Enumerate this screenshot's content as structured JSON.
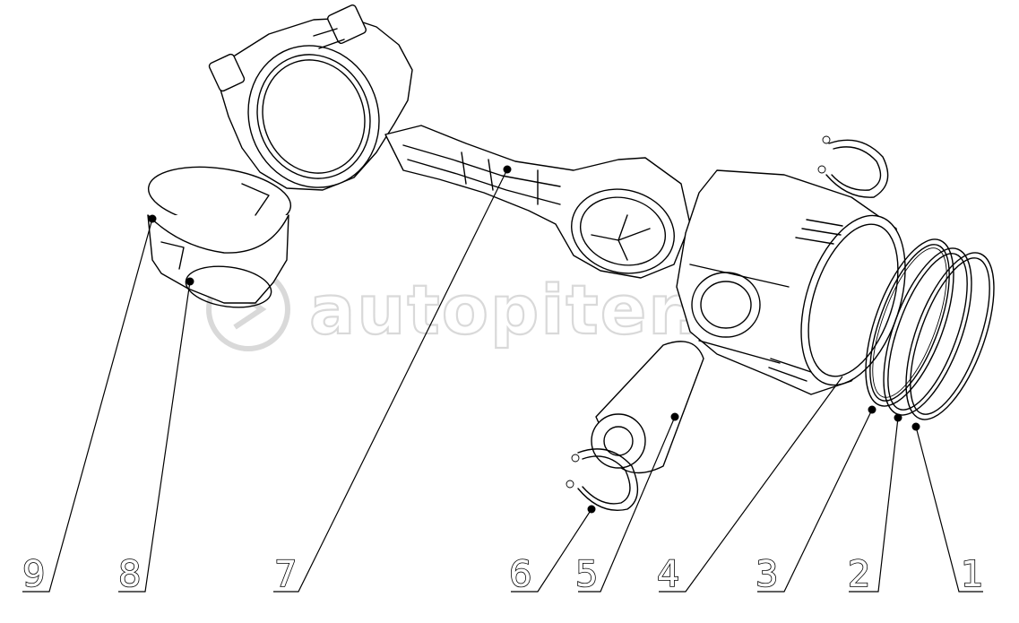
{
  "watermark": {
    "text": "autopiter.ru",
    "logo_icon": "at-arrow-logo-icon",
    "color": "#d9d9d9"
  },
  "callouts": [
    {
      "id": "1",
      "label": "1"
    },
    {
      "id": "2",
      "label": "2"
    },
    {
      "id": "3",
      "label": "3"
    },
    {
      "id": "4",
      "label": "4"
    },
    {
      "id": "5",
      "label": "5"
    },
    {
      "id": "6",
      "label": "6"
    },
    {
      "id": "7",
      "label": "7"
    },
    {
      "id": "8",
      "label": "8"
    },
    {
      "id": "9",
      "label": "9"
    }
  ],
  "parts": [
    {
      "callout": "1",
      "icon": "piston-ring-icon"
    },
    {
      "callout": "2",
      "icon": "piston-ring-icon"
    },
    {
      "callout": "3",
      "icon": "oil-ring-icon"
    },
    {
      "callout": "4",
      "icon": "piston-icon"
    },
    {
      "callout": "5",
      "icon": "piston-pin-icon"
    },
    {
      "callout": "6",
      "icon": "circlip-icon"
    },
    {
      "callout": "7",
      "icon": "connecting-rod-icon"
    },
    {
      "callout": "8",
      "icon": "bearing-shell-icon"
    },
    {
      "callout": "9",
      "icon": "bearing-shell-icon"
    }
  ],
  "colors": {
    "line": "#000000",
    "background": "#ffffff"
  }
}
